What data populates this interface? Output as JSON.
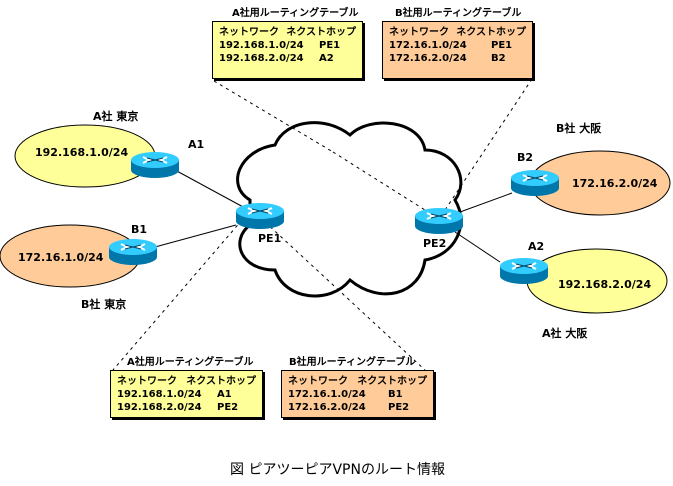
{
  "caption": "図 ピアツーピアVPNのルート情報",
  "colors": {
    "company_a": "#ffff99",
    "company_b": "#ffcc99",
    "router_top": "#33ccff",
    "router_side": "#0077aa"
  },
  "sites": [
    {
      "id": "a-tokyo",
      "label": "A社 東京",
      "network": "192.168.1.0/24",
      "router": "A1"
    },
    {
      "id": "b-tokyo",
      "label": "B社 東京",
      "network": "172.16.1.0/24",
      "router": "B1"
    },
    {
      "id": "b-osaka",
      "label": "B社 大阪",
      "network": "172.16.2.0/24",
      "router": "B2"
    },
    {
      "id": "a-osaka",
      "label": "A社 大阪",
      "network": "192.168.2.0/24",
      "router": "A2"
    }
  ],
  "provider_edges": [
    {
      "id": "pe1",
      "label": "PE1"
    },
    {
      "id": "pe2",
      "label": "PE2"
    }
  ],
  "routing_tables": {
    "pe2_a": {
      "title": "A社用ルーティングテーブル",
      "header": [
        "ネットワーク",
        "ネクストホップ"
      ],
      "rows": [
        [
          "192.168.1.0/24",
          "PE1"
        ],
        [
          "192.168.2.0/24",
          "A2"
        ]
      ]
    },
    "pe2_b": {
      "title": "B社用ルーティングテーブル",
      "header": [
        "ネットワーク",
        "ネクストホップ"
      ],
      "rows": [
        [
          "172.16.1.0/24",
          "PE1"
        ],
        [
          "172.16.2.0/24",
          "B2"
        ]
      ]
    },
    "pe1_a": {
      "title": "A社用ルーティングテーブル",
      "header": [
        "ネットワーク",
        "ネクストホップ"
      ],
      "rows": [
        [
          "192.168.1.0/24",
          "A1"
        ],
        [
          "192.168.2.0/24",
          "PE2"
        ]
      ]
    },
    "pe1_b": {
      "title": "B社用ルーティングテーブル",
      "header": [
        "ネットワーク",
        "ネクストホップ"
      ],
      "rows": [
        [
          "172.16.1.0/24",
          "B1"
        ],
        [
          "172.16.2.0/24",
          "PE2"
        ]
      ]
    }
  }
}
